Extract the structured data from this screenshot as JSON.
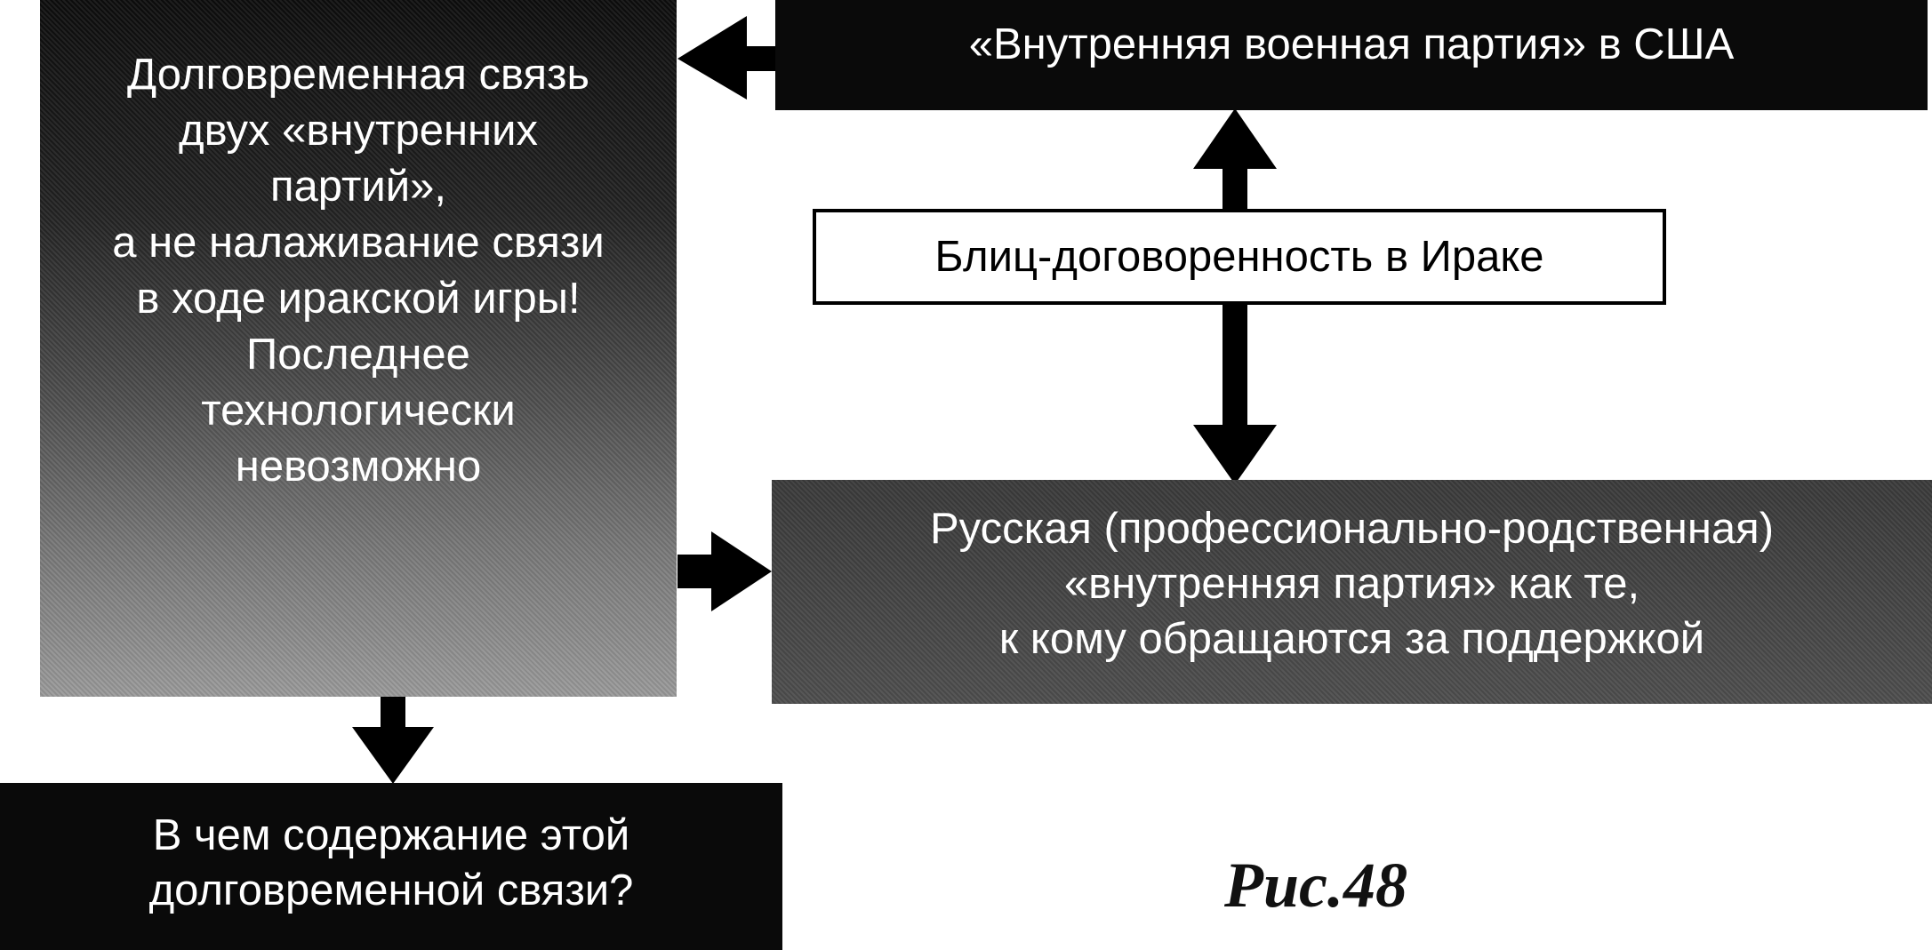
{
  "diagram": {
    "left_block": {
      "lines": [
        "Долговременная связь",
        "двух «внутренних",
        "партий»,",
        "а не налаживание связи",
        "в ходе иракской игры!",
        "Последнее",
        "технологически",
        "невозможно"
      ]
    },
    "usa_party": {
      "text": "«Внутренняя военная партия» в США"
    },
    "blitz_agreement": {
      "text": "Блиц-договоренность в Ираке"
    },
    "russian_party": {
      "lines": [
        "Русская (профессионально-родственная)",
        "«внутренняя партия» как те,",
        "к кому обращаются за поддержкой"
      ]
    },
    "question": {
      "lines": [
        "В чем содержание этой",
        "долговременной связи?"
      ]
    },
    "figure_label": "Рис.48"
  },
  "colors": {
    "dark_box": "#0a0a0a",
    "arrow": "#000000",
    "text_light": "#ffffff"
  }
}
